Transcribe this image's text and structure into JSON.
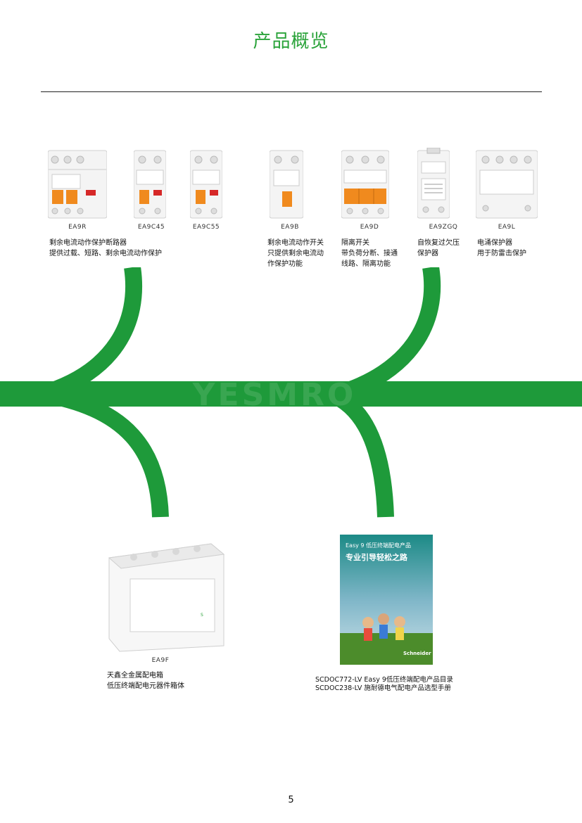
{
  "page": {
    "title": "产品概览",
    "page_number": "5",
    "watermark": "YESMRO"
  },
  "colors": {
    "brand_green": "#2aa33a",
    "arrow_green": "#1e9a3a",
    "handle_orange": "#f08a1e"
  },
  "products_top": [
    {
      "code": "EA9R"
    },
    {
      "code": "EA9C45"
    },
    {
      "code": "EA9C55"
    },
    {
      "code": "EA9B"
    },
    {
      "code": "EA9D"
    },
    {
      "code": "EA9ZGQ"
    },
    {
      "code": "EA9L"
    }
  ],
  "descriptions": {
    "ea9r": [
      "剩余电流动作保护断路器",
      "提供过载、短路、剩余电流动作保护"
    ],
    "ea9b": [
      "剩余电流动作开关",
      "只提供剩余电流动",
      "作保护功能"
    ],
    "ea9d": [
      "隔离开关",
      "带负荷分断、接通",
      "线路、隔离功能"
    ],
    "ea9zgq": [
      "自恢复过欠压",
      "保护器"
    ],
    "ea9l": [
      "电涌保护器",
      "用于防雷击保护"
    ]
  },
  "enclosure": {
    "code": "EA9F",
    "lines": [
      "天鑫全金属配电箱",
      "低压终端配电元器件箱体"
    ]
  },
  "catalog": {
    "cover_title_small": "Easy 9 低压终端配电产品",
    "cover_title_large": "专业引导轻松之路",
    "brand": "Schneider",
    "lines": [
      "SCDOC772-LV  Easy 9低压终端配电产品目录",
      "SCDOC238-LV  施耐德电气配电产品选型手册"
    ]
  }
}
